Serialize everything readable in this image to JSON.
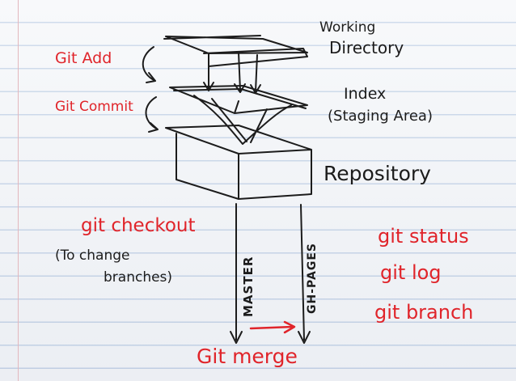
{
  "labels": {
    "working_directory_line1": "Working",
    "working_directory_line2": "Directory",
    "index_line1": "Index",
    "index_line2": "(Staging Area)",
    "repository": "Repository",
    "git_add": "Git Add",
    "git_commit": "Git Commit",
    "git_checkout": "git checkout",
    "checkout_note_line1": "(To change",
    "checkout_note_line2": "branches)",
    "master_branch": "MASTER",
    "gh_pages_branch": "GH-PAGES",
    "git_merge": "Git merge",
    "git_status": "git status",
    "git_log": "git log",
    "git_branch": "git branch"
  },
  "colors": {
    "ink": "#1c1c1c",
    "red_ink": "#e0242a",
    "paper": "#f4f6f9",
    "rule_line": "#b9cbe3"
  }
}
